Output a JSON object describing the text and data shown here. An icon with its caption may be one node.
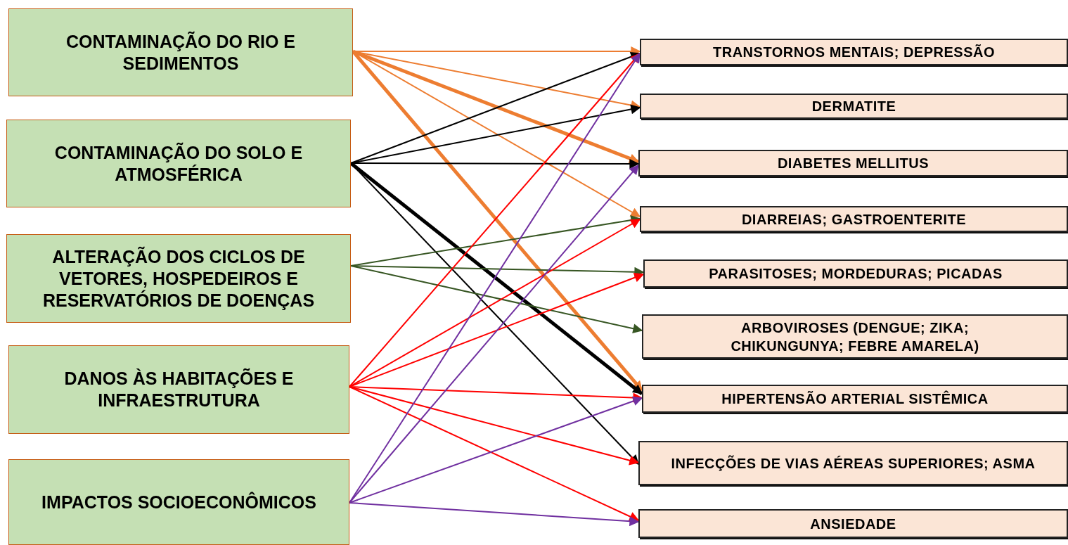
{
  "diagram": {
    "nodes": [
      {
        "text": [
          "CONTAMINAÇÃO DO RIO E SEDIMENTOS"
        ]
      },
      {
        "text": [
          "CONTAMINAÇÃO DO SOLO E ATMOSFÉRICA"
        ]
      },
      {
        "text": [
          "ALTERAÇÃO DOS CICLOS DE VETORES, HOSPEDEIROS E RESERVATÓRIOS DE DOENÇAS"
        ]
      },
      {
        "text": [
          "DANOS ÀS HABITAÇÕES E INFRAESTRUTURA"
        ]
      },
      {
        "text": [
          "IMPACTOS SOCIOECONÔMICOS"
        ]
      },
      {
        "text": [
          "TRANSTORNOS MENTAIS; DEPRESSÃO"
        ]
      },
      {
        "text": [
          "DERMATITE"
        ]
      },
      {
        "text": [
          "DIABETES MELLITUS"
        ]
      },
      {
        "text": [
          "DIARREIAS; GASTROENTERITE"
        ]
      },
      {
        "text": [
          "PARASITOSES; MORDEDURAS;  PICADAS"
        ]
      },
      {
        "text": [
          "ARBOVIROSES (DENGUE; ZIKA; CHIKUNGUNYA; FEBRE AMARELA)"
        ]
      },
      {
        "text": [
          "HIPERTENSÃO ARTERIAL SISTÊMICA"
        ]
      },
      {
        "text": [
          "INFECÇÕES DE VIAS AÉREAS SUPERIORES; ASMA"
        ]
      },
      {
        "text": [
          "ANSIEDADE"
        ]
      }
    ],
    "edges": [
      {
        "from": 0,
        "to": 5,
        "arrow": "to",
        "color": "#ed7d31"
      },
      {
        "from": 0,
        "to": 6,
        "arrow": "to",
        "color": "#ed7d31"
      },
      {
        "from": 0,
        "to": 7,
        "arrow": "to",
        "color": "#ed7d31",
        "style": "thick"
      },
      {
        "from": 0,
        "to": 8,
        "arrow": "to",
        "color": "#ed7d31"
      },
      {
        "from": 0,
        "to": 11,
        "arrow": "to",
        "color": "#ed7d31",
        "style": "thick"
      },
      {
        "from": 1,
        "to": 5,
        "arrow": "to",
        "color": "#000000"
      },
      {
        "from": 1,
        "to": 6,
        "arrow": "to",
        "color": "#000000"
      },
      {
        "from": 1,
        "to": 7,
        "arrow": "to",
        "color": "#000000"
      },
      {
        "from": 1,
        "to": 11,
        "arrow": "to",
        "color": "#000000",
        "style": "thick"
      },
      {
        "from": 1,
        "to": 12,
        "arrow": "to",
        "color": "#000000"
      },
      {
        "from": 2,
        "to": 8,
        "arrow": "to",
        "color": "#375623"
      },
      {
        "from": 2,
        "to": 9,
        "arrow": "to",
        "color": "#375623"
      },
      {
        "from": 2,
        "to": 10,
        "arrow": "to",
        "color": "#375623"
      },
      {
        "from": 3,
        "to": 5,
        "arrow": "to",
        "color": "#ff0000"
      },
      {
        "from": 3,
        "to": 8,
        "arrow": "to",
        "color": "#ff0000"
      },
      {
        "from": 3,
        "to": 9,
        "arrow": "to",
        "color": "#ff0000"
      },
      {
        "from": 3,
        "to": 11,
        "arrow": "to",
        "color": "#ff0000"
      },
      {
        "from": 3,
        "to": 12,
        "arrow": "to",
        "color": "#ff0000"
      },
      {
        "from": 3,
        "to": 13,
        "arrow": "to",
        "color": "#ff0000"
      },
      {
        "from": 4,
        "to": 5,
        "arrow": "to",
        "color": "#7030a0"
      },
      {
        "from": 4,
        "to": 7,
        "arrow": "to",
        "color": "#7030a0"
      },
      {
        "from": 4,
        "to": 11,
        "arrow": "to",
        "color": "#7030a0"
      },
      {
        "from": 4,
        "to": 13,
        "arrow": "to",
        "color": "#7030a0"
      }
    ]
  }
}
